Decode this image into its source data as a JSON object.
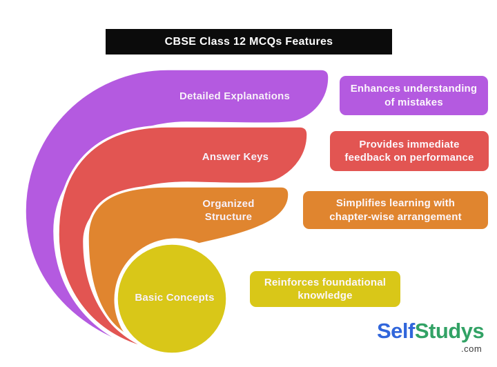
{
  "title": "CBSE Class 12 MCQs Features",
  "title_bg": "#0b0b0b",
  "features": [
    {
      "name": "Detailed Explanations",
      "label_lines": [
        "Detailed Explanations"
      ],
      "benefit_lines": [
        "Enhances understanding",
        "of mistakes"
      ],
      "color": "#b45ae0"
    },
    {
      "name": "Answer Keys",
      "label_lines": [
        "Answer Keys"
      ],
      "benefit_lines": [
        "Provides immediate",
        "feedback on performance"
      ],
      "color": "#e25552"
    },
    {
      "name": "Organized Structure",
      "label_lines": [
        "Organized",
        "Structure"
      ],
      "benefit_lines": [
        "Simplifies learning with",
        "chapter-wise arrangement"
      ],
      "color": "#e0852f"
    },
    {
      "name": "Basic Concepts",
      "label_lines": [
        "Basic Concepts"
      ],
      "benefit_lines": [
        "Reinforces foundational",
        "knowledge"
      ],
      "color": "#d9c718"
    }
  ],
  "logo": {
    "part1": "Self",
    "part2": "Studys",
    "suffix": ".com",
    "part1_color": "#3166db",
    "part2_color": "#32a265"
  }
}
